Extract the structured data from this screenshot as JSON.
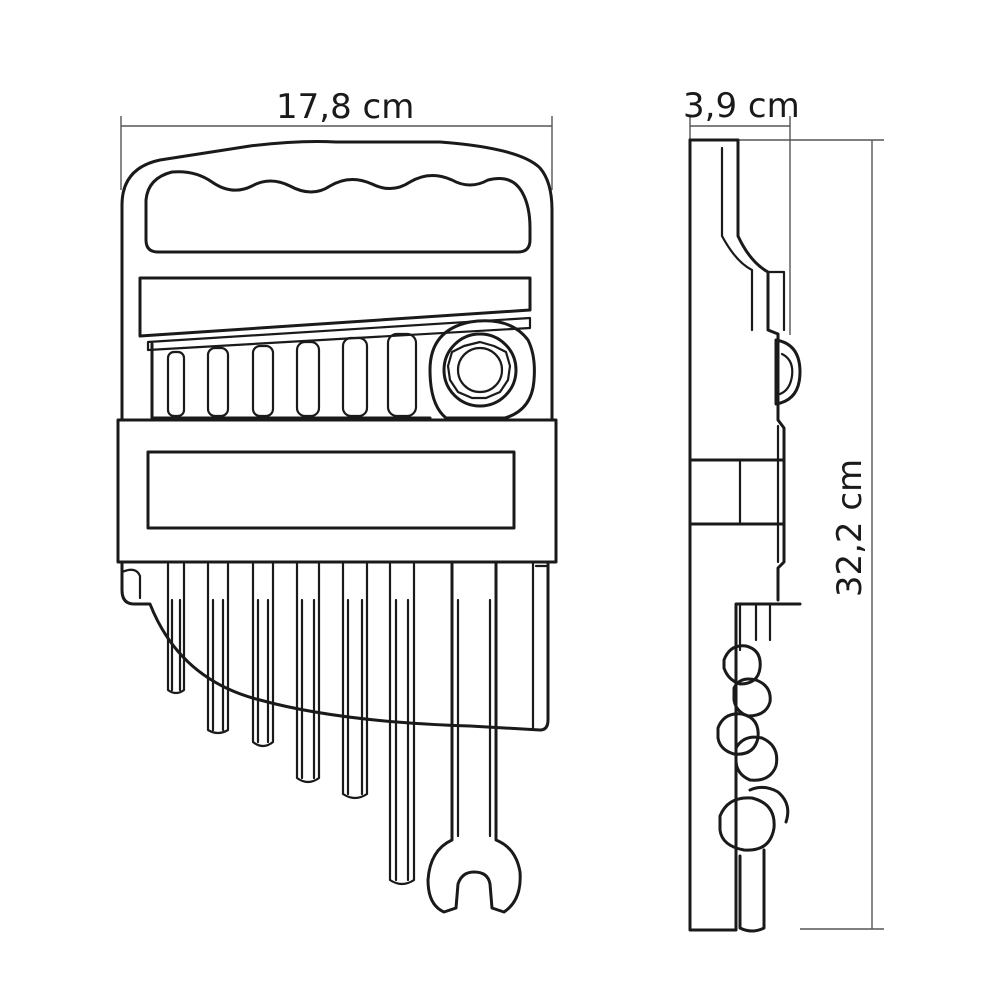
{
  "dimensions": {
    "width": "17,8 cm",
    "depth": "3,9 cm",
    "height": "32,2 cm"
  },
  "colors": {
    "line": "#1a1a1a",
    "dimension_line": "#555555",
    "background": "#ffffff"
  },
  "icons": {
    "front_view": "wrench-set-holder-front-drawing",
    "side_view": "wrench-set-holder-side-drawing"
  }
}
